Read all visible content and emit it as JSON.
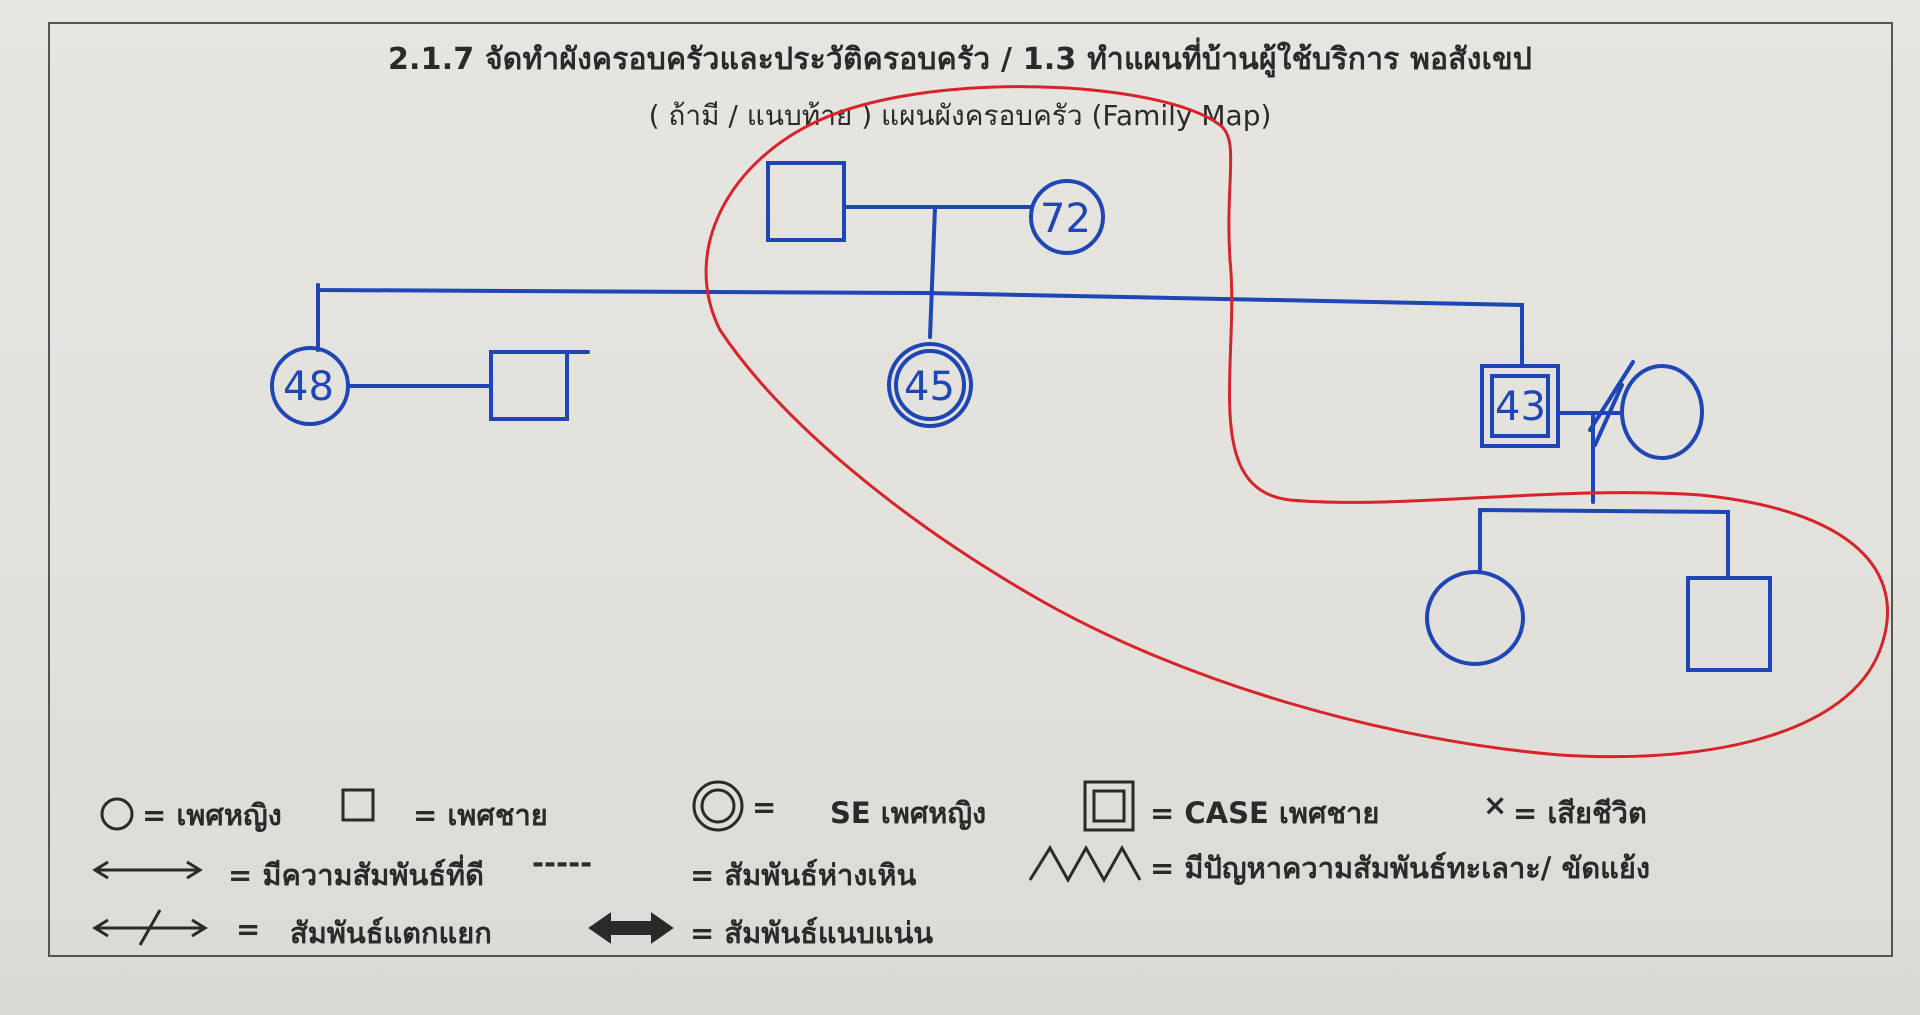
{
  "header": {
    "title": "2.1.7 จัดทำผังครอบครัวและประวัติครอบครัว / 1.3 ทำแผนที่บ้านผู้ใช้บริการ พอสังเขป",
    "subtitle": "( ถ้ามี / แนบท้าย ) แผนผังครอบครัว (Family Map)"
  },
  "family": {
    "grandmother_age": "72",
    "aunt_age": "48",
    "mother_age": "45",
    "case_age": "43"
  },
  "legend": {
    "eq": "=",
    "female": "= เพศหญิง",
    "male": "= เพศชาย",
    "se_female": "SE เพศหญิง",
    "case_male": "= CASE เพศชาย",
    "deceased_symbol": "×",
    "deceased": "= เสียชีวิต",
    "good_relation": "= มีความสัมพันธ์ที่ดี",
    "distant_dash": "-----",
    "distant": "= สัมพันธ์ห่างเหิน",
    "conflict": "= มีปัญหาความสัมพันธ์ทะเลาะ/ ขัดแย้ง",
    "broken": "สัมพันธ์แตกแยก",
    "close": "= สัมพันธ์แนบแน่น"
  },
  "colors": {
    "ink": "#1e46b4",
    "circle_line": "#d8232a",
    "print": "#2a2a2a"
  }
}
